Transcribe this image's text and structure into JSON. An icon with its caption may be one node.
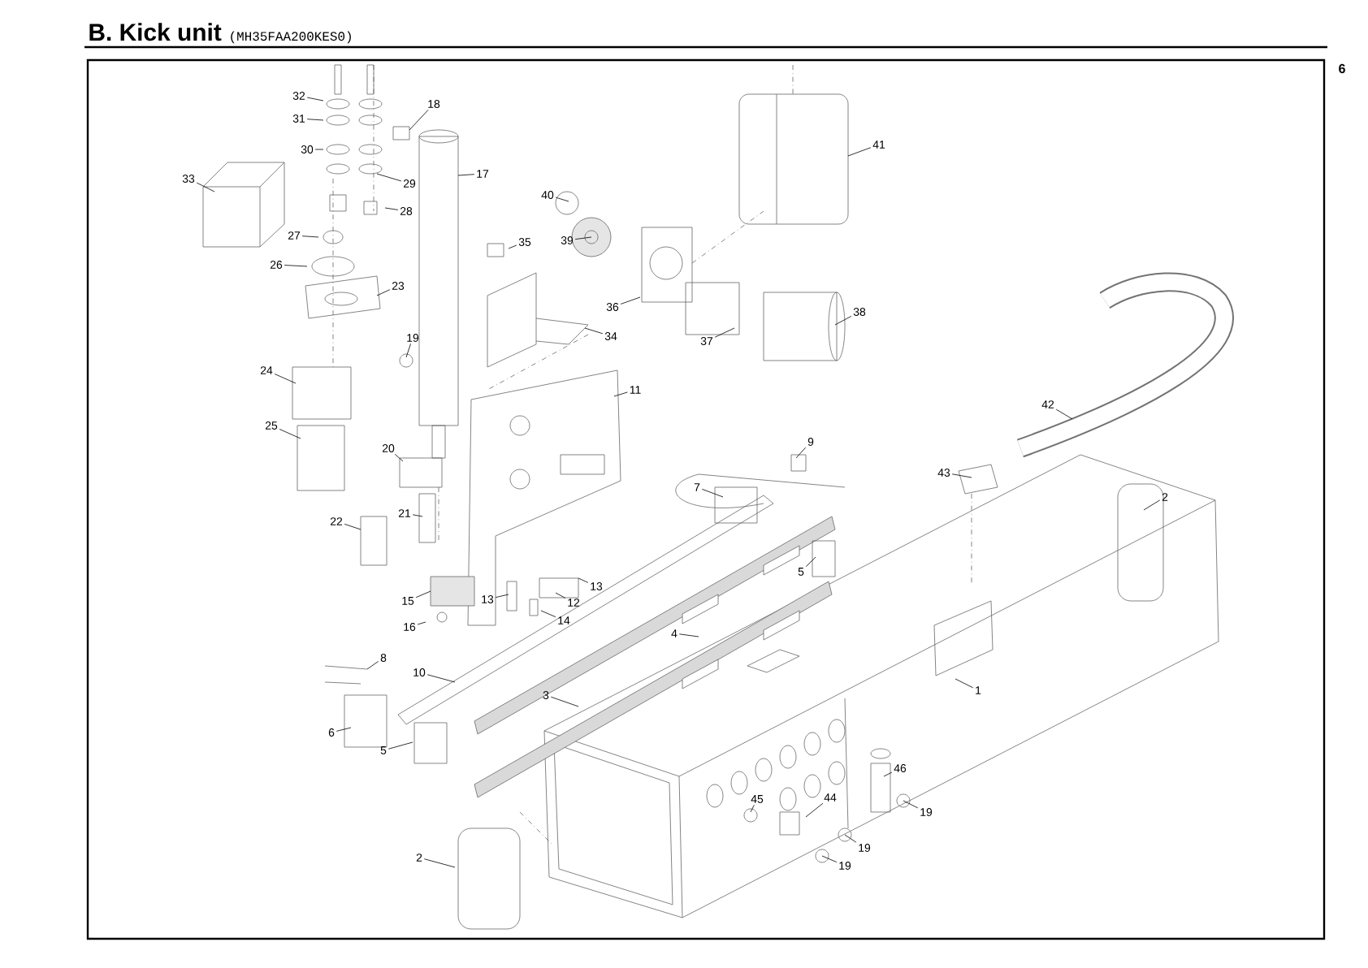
{
  "diagram": {
    "title": "B. Kick unit",
    "nodes": [
      {
        "text": [
          "32"
        ]
      },
      {
        "text": [
          "18"
        ]
      },
      {
        "text": [
          "31"
        ]
      },
      {
        "text": [
          "30"
        ]
      },
      {
        "text": [
          "41"
        ]
      },
      {
        "text": [
          "17"
        ]
      },
      {
        "text": [
          "33"
        ]
      },
      {
        "text": [
          "29"
        ]
      },
      {
        "text": [
          "40"
        ]
      },
      {
        "text": [
          "28"
        ]
      },
      {
        "text": [
          "27"
        ]
      },
      {
        "text": [
          "39"
        ]
      },
      {
        "text": [
          "35"
        ]
      },
      {
        "text": [
          "26"
        ]
      },
      {
        "text": [
          "23"
        ]
      },
      {
        "text": [
          "36"
        ]
      },
      {
        "text": [
          "38"
        ]
      },
      {
        "text": [
          "34"
        ]
      },
      {
        "text": [
          "19"
        ]
      },
      {
        "text": [
          "37"
        ]
      },
      {
        "text": [
          "24"
        ]
      },
      {
        "text": [
          "11"
        ]
      },
      {
        "text": [
          "42"
        ]
      },
      {
        "text": [
          "25"
        ]
      },
      {
        "text": [
          "9"
        ]
      },
      {
        "text": [
          "20"
        ]
      },
      {
        "text": [
          "43"
        ]
      },
      {
        "text": [
          "7"
        ]
      },
      {
        "text": [
          "2"
        ]
      },
      {
        "text": [
          "21"
        ]
      },
      {
        "text": [
          "22"
        ]
      },
      {
        "text": [
          "5"
        ]
      },
      {
        "text": [
          "13"
        ]
      },
      {
        "text": [
          "13"
        ]
      },
      {
        "text": [
          "12"
        ]
      },
      {
        "text": [
          "15"
        ]
      },
      {
        "text": [
          "14"
        ]
      },
      {
        "text": [
          "16"
        ]
      },
      {
        "text": [
          "4"
        ]
      },
      {
        "text": [
          "8"
        ]
      },
      {
        "text": [
          "10"
        ]
      },
      {
        "text": [
          "1"
        ]
      },
      {
        "text": [
          "3"
        ]
      },
      {
        "text": [
          "6"
        ]
      },
      {
        "text": [
          "5"
        ]
      },
      {
        "text": [
          "46"
        ]
      },
      {
        "text": [
          "45"
        ]
      },
      {
        "text": [
          "44"
        ]
      },
      {
        "text": [
          "19"
        ]
      },
      {
        "text": [
          "19"
        ]
      },
      {
        "text": [
          "19"
        ]
      },
      {
        "text": [
          "2"
        ]
      }
    ],
    "edges": [
      {
        "from": 0,
        "to": null,
        "arrow": "none"
      },
      {
        "from": 1,
        "to": null,
        "arrow": "none"
      },
      {
        "from": 2,
        "to": null,
        "arrow": "none"
      },
      {
        "from": 3,
        "to": null,
        "arrow": "none"
      },
      {
        "from": 4,
        "to": null,
        "arrow": "none"
      },
      {
        "from": 5,
        "to": null,
        "arrow": "none"
      },
      {
        "from": 6,
        "to": null,
        "arrow": "none"
      },
      {
        "from": 7,
        "to": null,
        "arrow": "none"
      },
      {
        "from": 8,
        "to": null,
        "arrow": "none"
      },
      {
        "from": 9,
        "to": null,
        "arrow": "none"
      },
      {
        "from": 10,
        "to": null,
        "arrow": "none"
      },
      {
        "from": 11,
        "to": null,
        "arrow": "none"
      },
      {
        "from": 12,
        "to": null,
        "arrow": "none"
      },
      {
        "from": 13,
        "to": null,
        "arrow": "none"
      },
      {
        "from": 14,
        "to": null,
        "arrow": "none"
      },
      {
        "from": 15,
        "to": null,
        "arrow": "none"
      },
      {
        "from": 16,
        "to": null,
        "arrow": "none"
      },
      {
        "from": 17,
        "to": null,
        "arrow": "none"
      },
      {
        "from": 18,
        "to": null,
        "arrow": "none"
      },
      {
        "from": 19,
        "to": null,
        "arrow": "none"
      },
      {
        "from": 20,
        "to": null,
        "arrow": "none"
      },
      {
        "from": 21,
        "to": null,
        "arrow": "none"
      },
      {
        "from": 22,
        "to": null,
        "arrow": "none"
      },
      {
        "from": 23,
        "to": null,
        "arrow": "none"
      },
      {
        "from": 24,
        "to": null,
        "arrow": "none"
      },
      {
        "from": 25,
        "to": null,
        "arrow": "none"
      },
      {
        "from": 26,
        "to": null,
        "arrow": "none"
      },
      {
        "from": 27,
        "to": null,
        "arrow": "none"
      },
      {
        "from": 28,
        "to": null,
        "arrow": "none"
      },
      {
        "from": 29,
        "to": null,
        "arrow": "none"
      },
      {
        "from": 30,
        "to": null,
        "arrow": "none"
      },
      {
        "from": 31,
        "to": null,
        "arrow": "none"
      },
      {
        "from": 32,
        "to": null,
        "arrow": "none"
      },
      {
        "from": 33,
        "to": null,
        "arrow": "none"
      },
      {
        "from": 34,
        "to": null,
        "arrow": "none"
      },
      {
        "from": 35,
        "to": null,
        "arrow": "none"
      },
      {
        "from": 36,
        "to": null,
        "arrow": "none"
      },
      {
        "from": 37,
        "to": null,
        "arrow": "none"
      },
      {
        "from": 38,
        "to": null,
        "arrow": "none"
      },
      {
        "from": 39,
        "to": null,
        "arrow": "none"
      },
      {
        "from": 40,
        "to": null,
        "arrow": "none"
      },
      {
        "from": 41,
        "to": null,
        "arrow": "none"
      },
      {
        "from": 42,
        "to": null,
        "arrow": "none"
      },
      {
        "from": 43,
        "to": null,
        "arrow": "none"
      },
      {
        "from": 44,
        "to": null,
        "arrow": "none"
      },
      {
        "from": 45,
        "to": null,
        "arrow": "none"
      },
      {
        "from": 46,
        "to": null,
        "arrow": "none"
      },
      {
        "from": 47,
        "to": null,
        "arrow": "none"
      },
      {
        "from": 48,
        "to": null,
        "arrow": "none"
      },
      {
        "from": 49,
        "to": null,
        "arrow": "none"
      },
      {
        "from": 50,
        "to": null,
        "arrow": "none"
      },
      {
        "from": 51,
        "to": null,
        "arrow": "none"
      }
    ],
    "labels": [
      "(MH35FAA200KES0)",
      "6"
    ]
  }
}
